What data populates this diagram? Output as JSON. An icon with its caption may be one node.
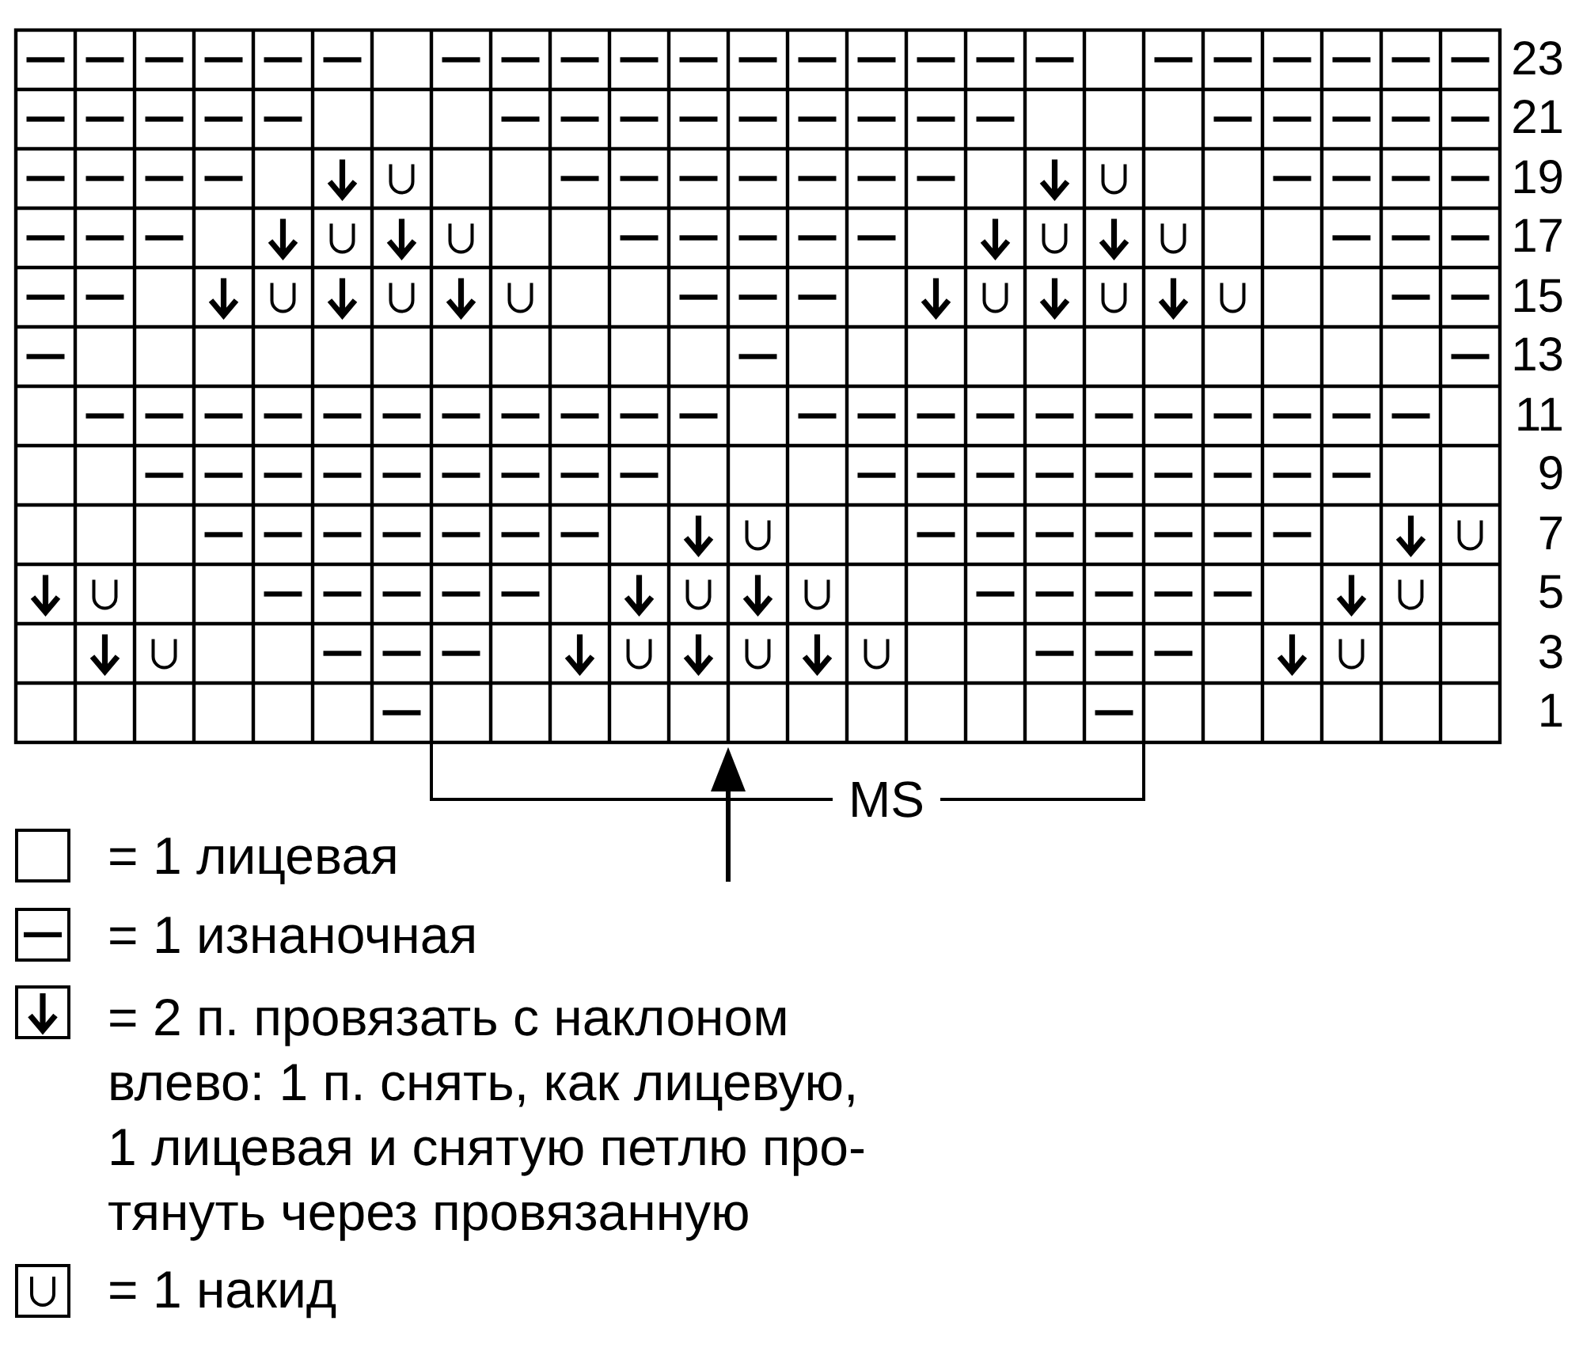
{
  "diagram": {
    "labels": [
      "23",
      "21",
      "19",
      "17",
      "15",
      "13",
      "11",
      "9",
      "7",
      "5",
      "3",
      "1",
      "MS"
    ],
    "legend": [
      {
        "text": "= 1 лицевая"
      },
      {
        "text": "= 1 изнаночная"
      },
      {
        "text": "= 2 п. провязать с наклоном влево: 1 п. снять, как лицевую, 1 лицевая и снятую петлю про-тянуть через провязанную"
      },
      {
        "text": "= 1 накид"
      }
    ]
  }
}
